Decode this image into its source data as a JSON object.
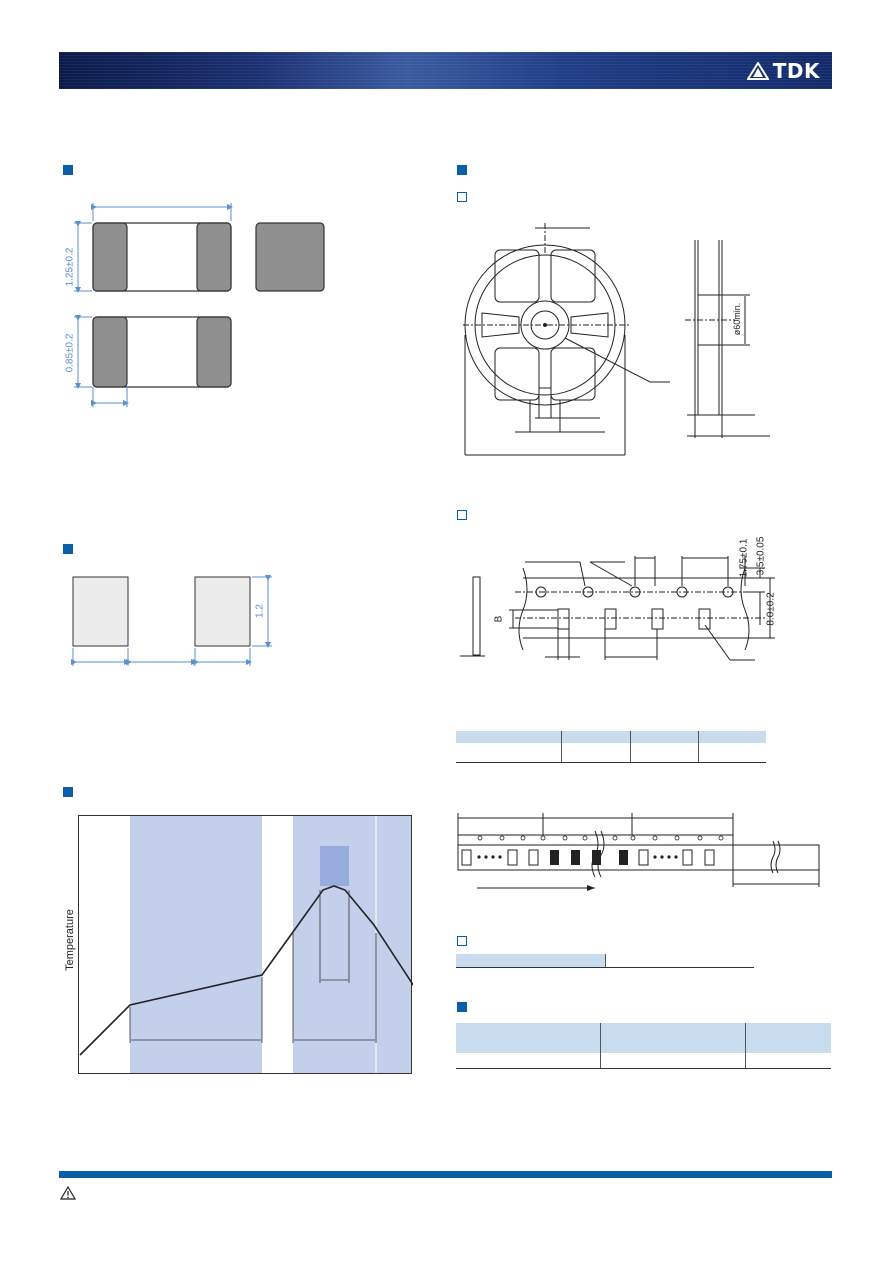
{
  "header": {
    "brand": "TDK",
    "colors": {
      "bar_dark": "#0b1a4a",
      "bar_mid": "#3a5aa0",
      "accent": "#0b5ea8",
      "light_blue": "#c9dcee",
      "shade_blue": "#c4cfec"
    }
  },
  "shape_dimensions": {
    "height_label": "1.25±0.2",
    "thickness_label": "0.85±0.2"
  },
  "land_pattern": {
    "height_label": "1.2"
  },
  "reflow": {
    "ylabel": "Temperature"
  },
  "reel": {
    "hub_label": "ø60min."
  },
  "tape": {
    "label_sprocket_pitch": "1.75±0.1",
    "label_pitch": "3.5±0.05",
    "label_b": "B",
    "label_width": "8.0±0.2"
  },
  "footer": {
    "icon": "warning-icon"
  }
}
